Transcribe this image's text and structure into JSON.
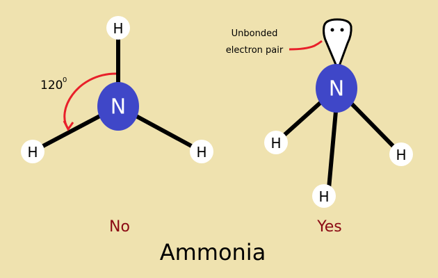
{
  "title": "Ammonia",
  "colors": {
    "background": "#EFE2AF",
    "nitrogen": "#3F47C8",
    "annotation": "#E8202A",
    "verdict": "#8B0A14"
  },
  "left_model": {
    "center_atom": "N",
    "outer_atoms": [
      "H",
      "H",
      "H"
    ],
    "angle_label": "120",
    "angle_unit": "0",
    "verdict": "No"
  },
  "right_model": {
    "center_atom": "N",
    "outer_atoms": [
      "H",
      "H",
      "H"
    ],
    "lone_pair_label_line1": "Unbonded",
    "lone_pair_label_line2": "electron pair",
    "verdict": "Yes"
  }
}
